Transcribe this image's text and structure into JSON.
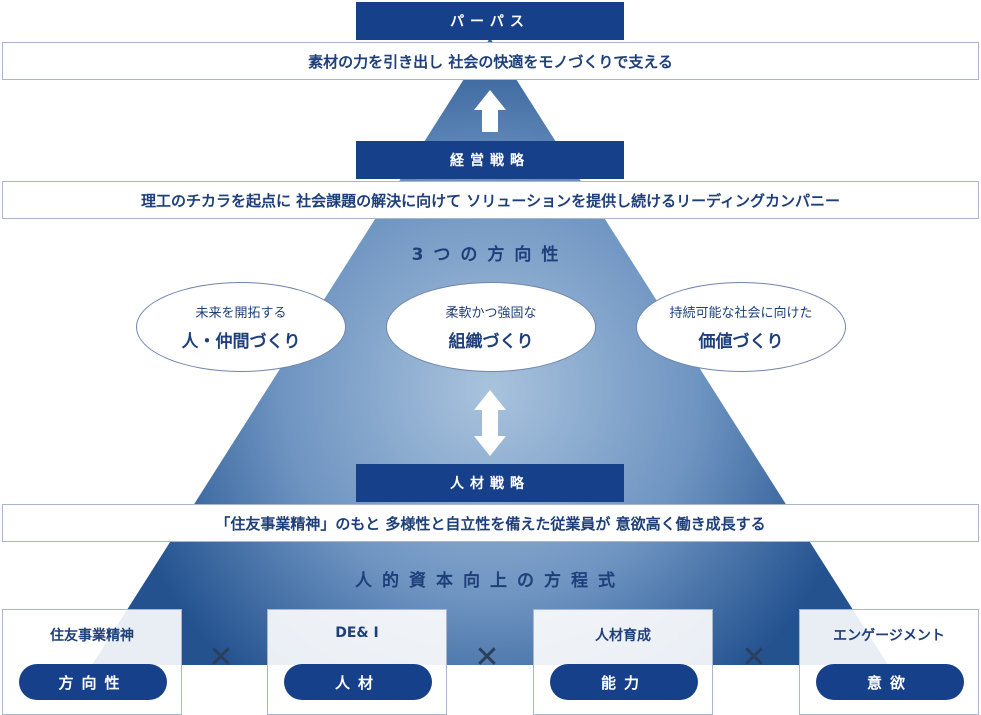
{
  "purpose": {
    "header": "パーパス",
    "statement": "素材の力を引き出し 社会の快適をモノづくりで支える"
  },
  "management_strategy": {
    "header": "経営戦略",
    "statement": "理工のチカラを起点に 社会課題の解決に向けて ソリューションを提供し続けるリーディングカンパニー"
  },
  "three_directions": {
    "label": "3つの方向性",
    "items": [
      {
        "sub": "未来を開拓する",
        "main": "人・仲間づくり"
      },
      {
        "sub": "柔軟かつ強固な",
        "main": "組織づくり"
      },
      {
        "sub": "持続可能な社会に向けた",
        "main": "価値づくり"
      }
    ]
  },
  "hr_strategy": {
    "header": "人材戦略",
    "statement": "「住友事業精神」のもと 多様性と自立性を備えた従業員が 意欲高く働き成長する"
  },
  "equation": {
    "label": "人的資本向上の方程式",
    "operator": "✕",
    "factors": [
      {
        "title": "住友事業精神",
        "pill": "方向性"
      },
      {
        "title": "DE& I",
        "pill": "人材"
      },
      {
        "title": "人材育成",
        "pill": "能力"
      },
      {
        "title": "エンゲージメント",
        "pill": "意欲"
      }
    ]
  },
  "colors": {
    "navy": "#17408a",
    "text": "#1e3f7a",
    "pyramid_top": "#2f5f9c",
    "pyramid_mid": "#a7c1dc",
    "pyramid_bottom": "#1f4e8e"
  },
  "icons": [
    "arrow-up-icon",
    "double-arrow-icon",
    "multiply-icon"
  ]
}
